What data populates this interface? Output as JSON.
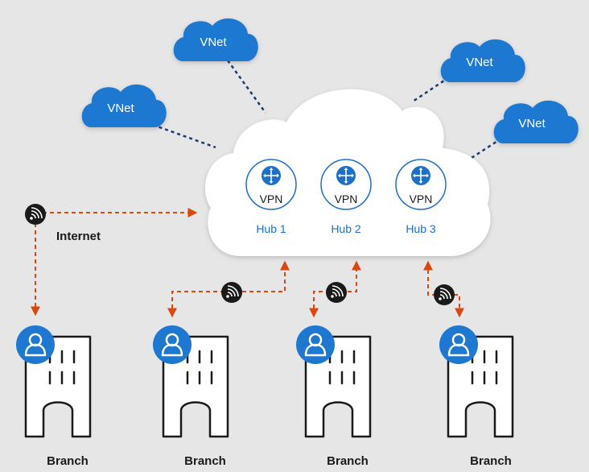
{
  "vnets": [
    {
      "label": "VNet"
    },
    {
      "label": "VNet"
    },
    {
      "label": "VNet"
    },
    {
      "label": "VNet"
    }
  ],
  "hubs": [
    {
      "icon_label": "VPN",
      "name": "Hub 1"
    },
    {
      "icon_label": "VPN",
      "name": "Hub 2"
    },
    {
      "icon_label": "VPN",
      "name": "Hub 3"
    }
  ],
  "internet_label": "Internet",
  "branches": [
    {
      "label": "Branch"
    },
    {
      "label": "Branch"
    },
    {
      "label": "Branch"
    },
    {
      "label": "Branch"
    }
  ],
  "colors": {
    "background": "#e6e6e6",
    "vnet_cloud": "#1e78d0",
    "hub_cloud": "#ffffff",
    "hub_accent": "#1e6fc7",
    "vnet_link": "#1f3a6e",
    "internet_link": "#d9480f",
    "wifi_badge": "#1a1a1a",
    "user_badge": "#1e78d0"
  },
  "icons": {
    "hub": "vpn-router-icon",
    "wifi": "wifi-icon",
    "user": "user-icon",
    "building": "building-icon"
  }
}
